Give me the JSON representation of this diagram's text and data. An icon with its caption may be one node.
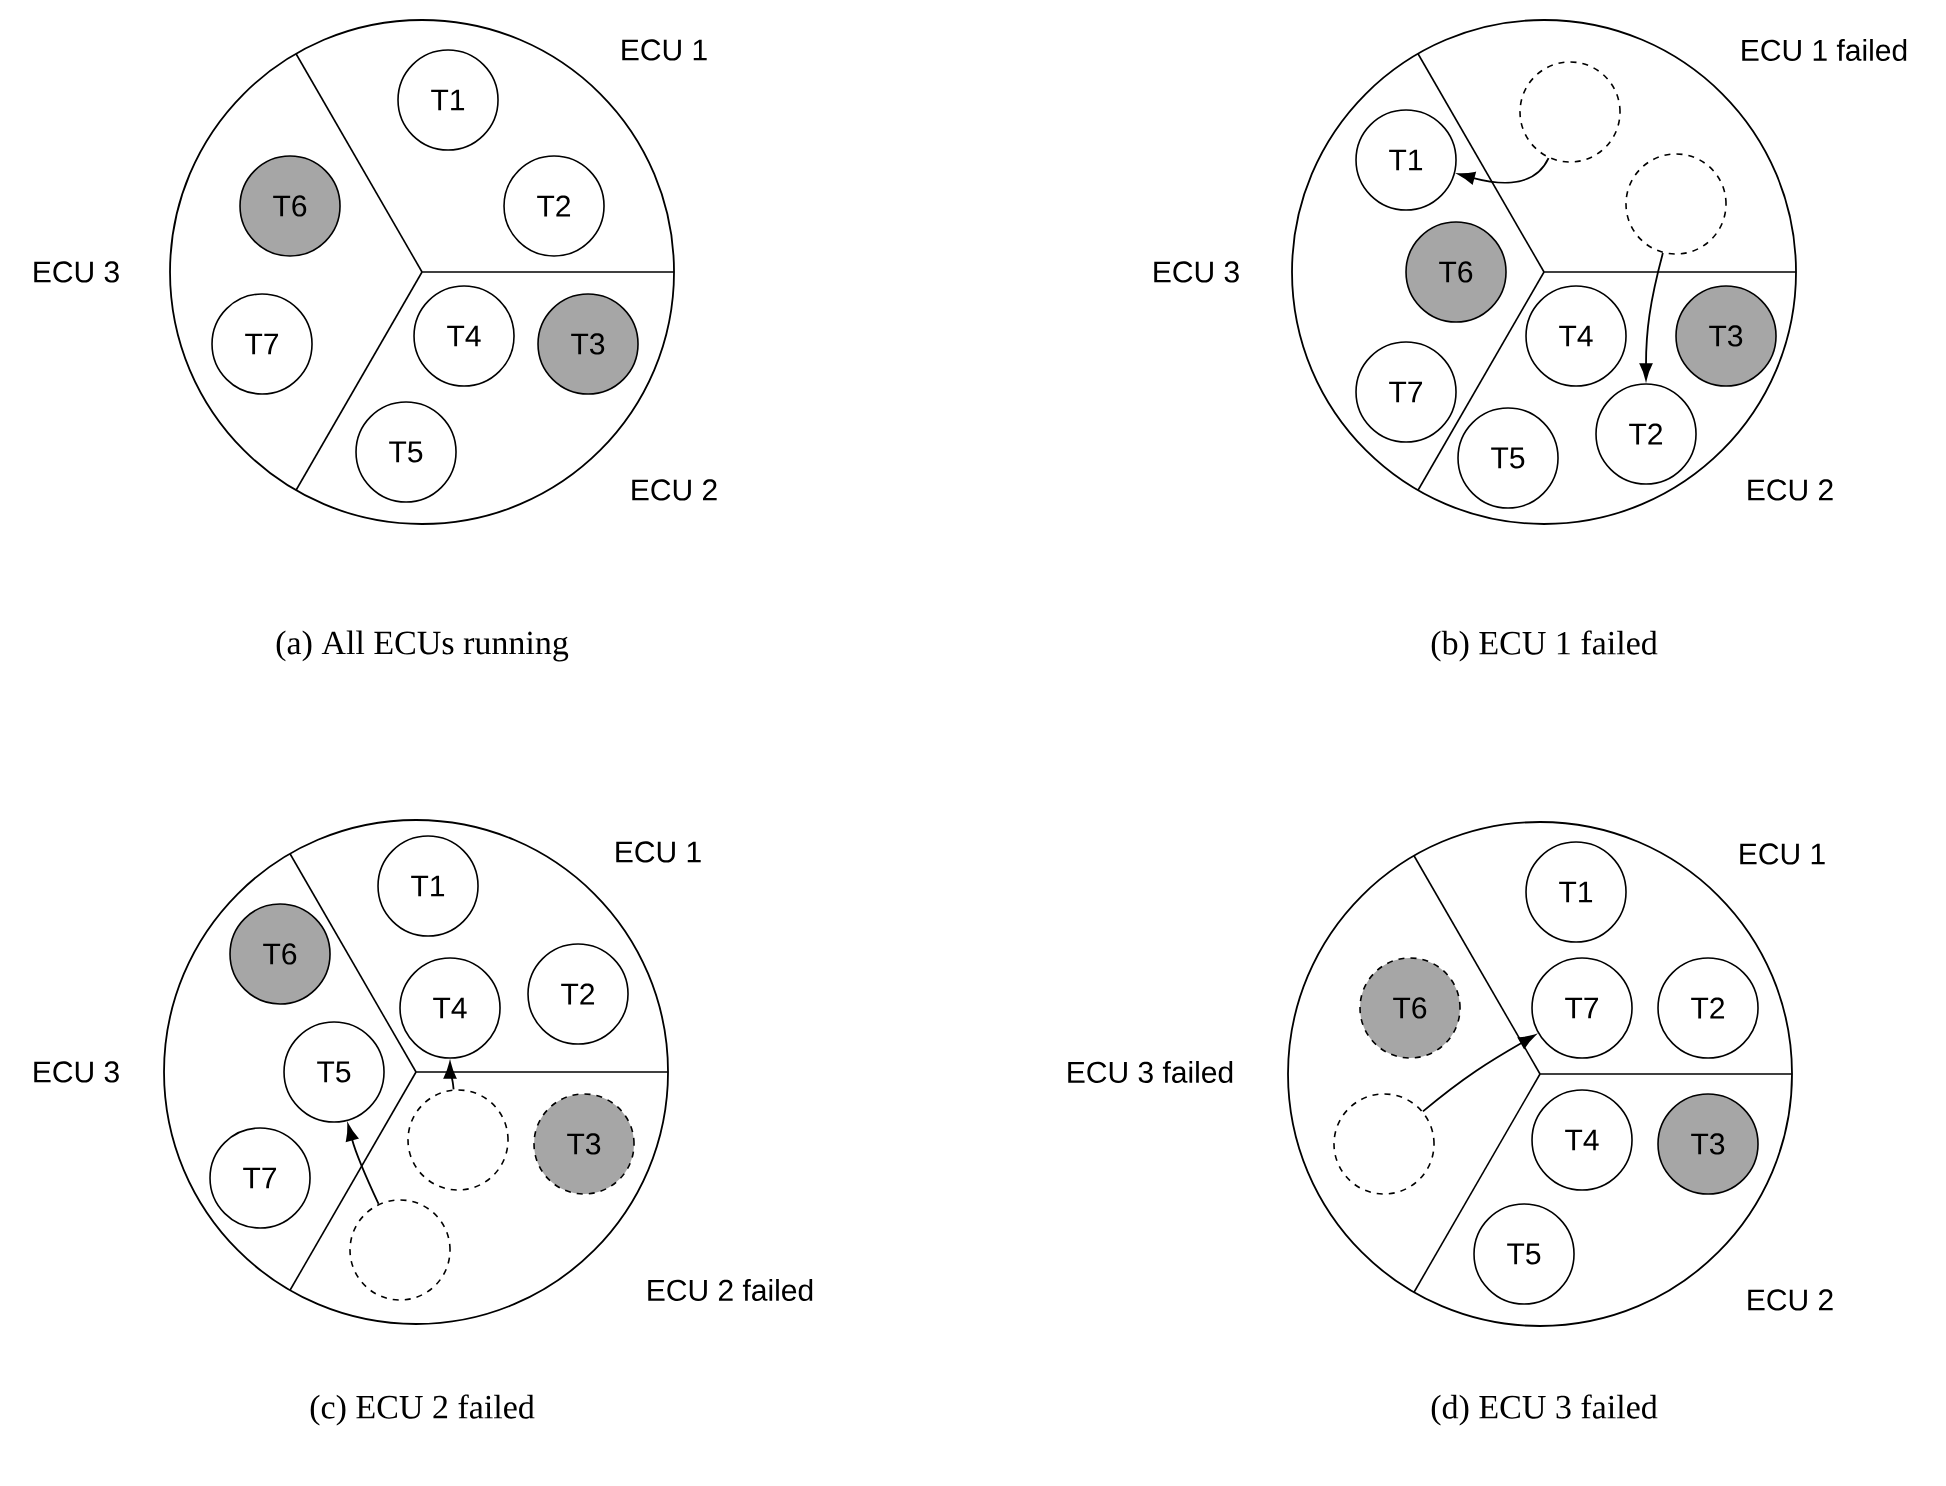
{
  "diagram": {
    "nodes": [
      {
        "text": [],
        "shape": "circle",
        "beside": [
          "ECU 1",
          "ECU 3",
          "ECU 2"
        ]
      },
      {
        "text": [
          "T1"
        ],
        "in": 0
      },
      {
        "text": [
          "T6"
        ],
        "in": 0
      },
      {
        "text": [
          "T2"
        ],
        "in": 0
      },
      {
        "text": [
          "T7"
        ],
        "in": 0
      },
      {
        "text": [
          "T4"
        ],
        "in": 0
      },
      {
        "text": [
          "T3"
        ],
        "in": 0
      },
      {
        "text": [
          "T5"
        ],
        "in": 0
      },
      {
        "text": [],
        "shape": "circle",
        "beside": [
          "ECU 1 failed",
          "ECU 3",
          "ECU 2"
        ]
      },
      {
        "text": [],
        "shape": "circle",
        "in": 8
      },
      {
        "text": [
          "T1"
        ],
        "in": 8
      },
      {
        "text": [],
        "shape": "circle",
        "in": 8
      },
      {
        "text": [
          "T6"
        ],
        "in": 8
      },
      {
        "text": [
          "T4"
        ],
        "in": 8
      },
      {
        "text": [
          "T3"
        ],
        "in": 8
      },
      {
        "text": [
          "T7"
        ],
        "in": 8
      },
      {
        "text": [
          "T2"
        ],
        "in": 8
      },
      {
        "text": [
          "T5"
        ],
        "in": 8
      },
      {
        "text": [],
        "shape": "circle",
        "beside": [
          "ECU 1",
          "ECU 3",
          "ECU 2 failed"
        ]
      },
      {
        "text": [
          "T1"
        ],
        "in": 18
      },
      {
        "text": [
          "T6"
        ],
        "in": 18
      },
      {
        "text": [
          "T2"
        ],
        "in": 18
      },
      {
        "text": [
          "T4"
        ],
        "in": 18
      },
      {
        "text": [
          "T5"
        ],
        "in": 18
      },
      {
        "text": [],
        "shape": "circle",
        "in": 18
      },
      {
        "text": [
          "T3"
        ],
        "in": 18
      },
      {
        "text": [
          "T7"
        ],
        "in": 18
      },
      {
        "text": [],
        "shape": "circle",
        "in": 18
      },
      {
        "text": [],
        "shape": "circle",
        "beside": [
          "ECU 1",
          "ECU 3 failed",
          "ECU 2"
        ]
      },
      {
        "text": [
          "T1"
        ],
        "in": 28
      },
      {
        "text": [
          "T6"
        ],
        "in": 28
      },
      {
        "text": [
          "T7"
        ],
        "in": 28
      },
      {
        "text": [
          "T2"
        ],
        "in": 28
      },
      {
        "text": [
          "T4"
        ],
        "in": 28
      },
      {
        "text": [
          "T3"
        ],
        "in": 28
      },
      {
        "text": [],
        "shape": "circle",
        "in": 28
      },
      {
        "text": [
          "T5"
        ],
        "in": 28
      }
    ],
    "edges": [
      {
        "from": 9,
        "to": 10,
        "arrow": "to"
      },
      {
        "from": 11,
        "to": 16,
        "arrow": "to"
      },
      {
        "from": 24,
        "to": 22,
        "arrow": "to"
      },
      {
        "from": 27,
        "to": 23,
        "arrow": "to"
      },
      {
        "from": 35,
        "to": 31,
        "arrow": "to"
      }
    ],
    "labels": [
      "(a) All ECUs running",
      "(b) ECU 1 failed",
      "(c) ECU 2 failed",
      "(d) ECU 3 failed"
    ]
  }
}
